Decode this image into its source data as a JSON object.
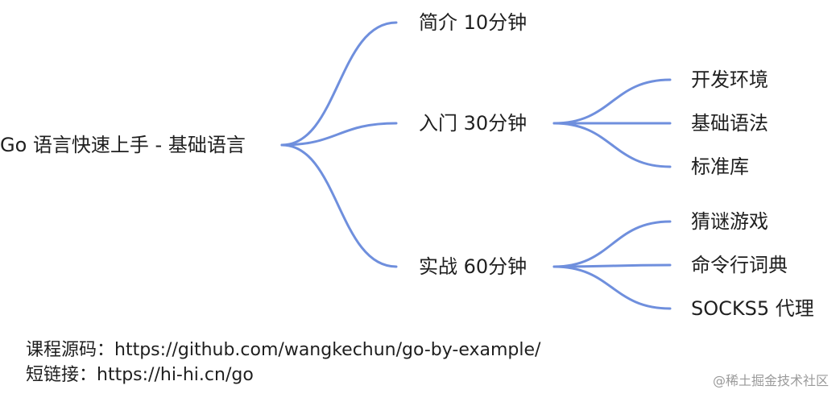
{
  "colors": {
    "connector": "#6f8fdd",
    "text": "#1f1f1f",
    "watermark": "#9a9a9a"
  },
  "mindmap": {
    "root": "Go 语言快速上手 - 基础语言",
    "branches": [
      {
        "label": "简介 10分钟",
        "children": []
      },
      {
        "label": "入门 30分钟",
        "children": [
          "开发环境",
          "基础语法",
          "标准库"
        ]
      },
      {
        "label": "实战 60分钟",
        "children": [
          "猜谜游戏",
          "命令行词典",
          "SOCKS5 代理"
        ]
      }
    ]
  },
  "footer": {
    "source_label": "课程源码：",
    "source_url": "https://github.com/wangkechun/go-by-example/",
    "short_label": "短链接：",
    "short_url": "https://hi-hi.cn/go"
  },
  "watermark": "@稀土掘金技术社区"
}
